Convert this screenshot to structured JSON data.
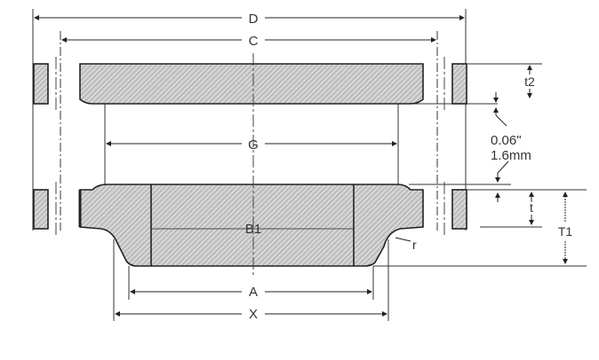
{
  "labels": {
    "D": "D",
    "C": "C",
    "t2": "t2",
    "G": "G",
    "gap_in": "0.06\"",
    "gap_mm": "1.6mm",
    "t": "t",
    "T1": "T1",
    "B1": "B1",
    "r": "r",
    "A": "A",
    "X": "X"
  },
  "colors": {
    "line": "#222222",
    "hatch": "#9a9a9a",
    "fill": "#d8d8d8"
  }
}
